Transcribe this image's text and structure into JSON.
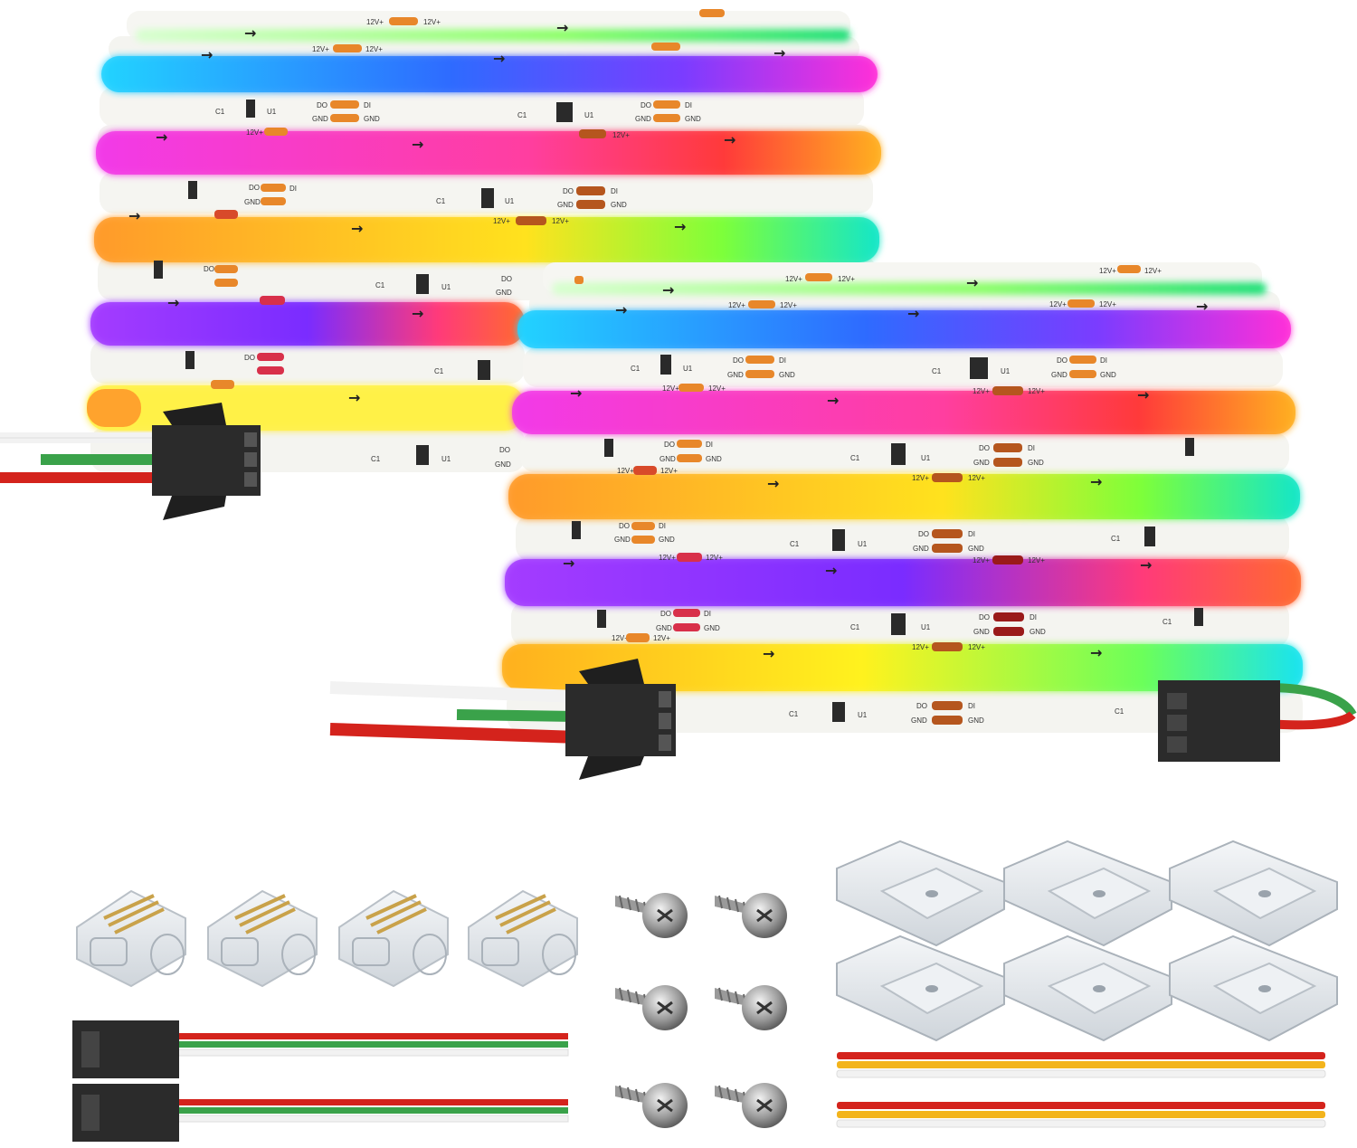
{
  "labels": {
    "power": "12V+",
    "data_out": "DO",
    "data_in": "DI",
    "ground": "GND",
    "capacitor": "C1",
    "chip": "U1",
    "direction_arrow": "→"
  },
  "colors": {
    "background": "#ffffff",
    "wire_red": "#d4231c",
    "wire_green": "#3aa24a",
    "wire_white": "#f2f2f2",
    "wire_yellow": "#f3b41c",
    "connector": "#2b2b2b",
    "solder_pad": "#e8872a"
  },
  "items": {
    "led_strip_reels": 2,
    "solderless_connectors": 4,
    "pigtail_cables": 2,
    "screws": 6,
    "mounting_clips": 6,
    "extension_wires": 2
  }
}
